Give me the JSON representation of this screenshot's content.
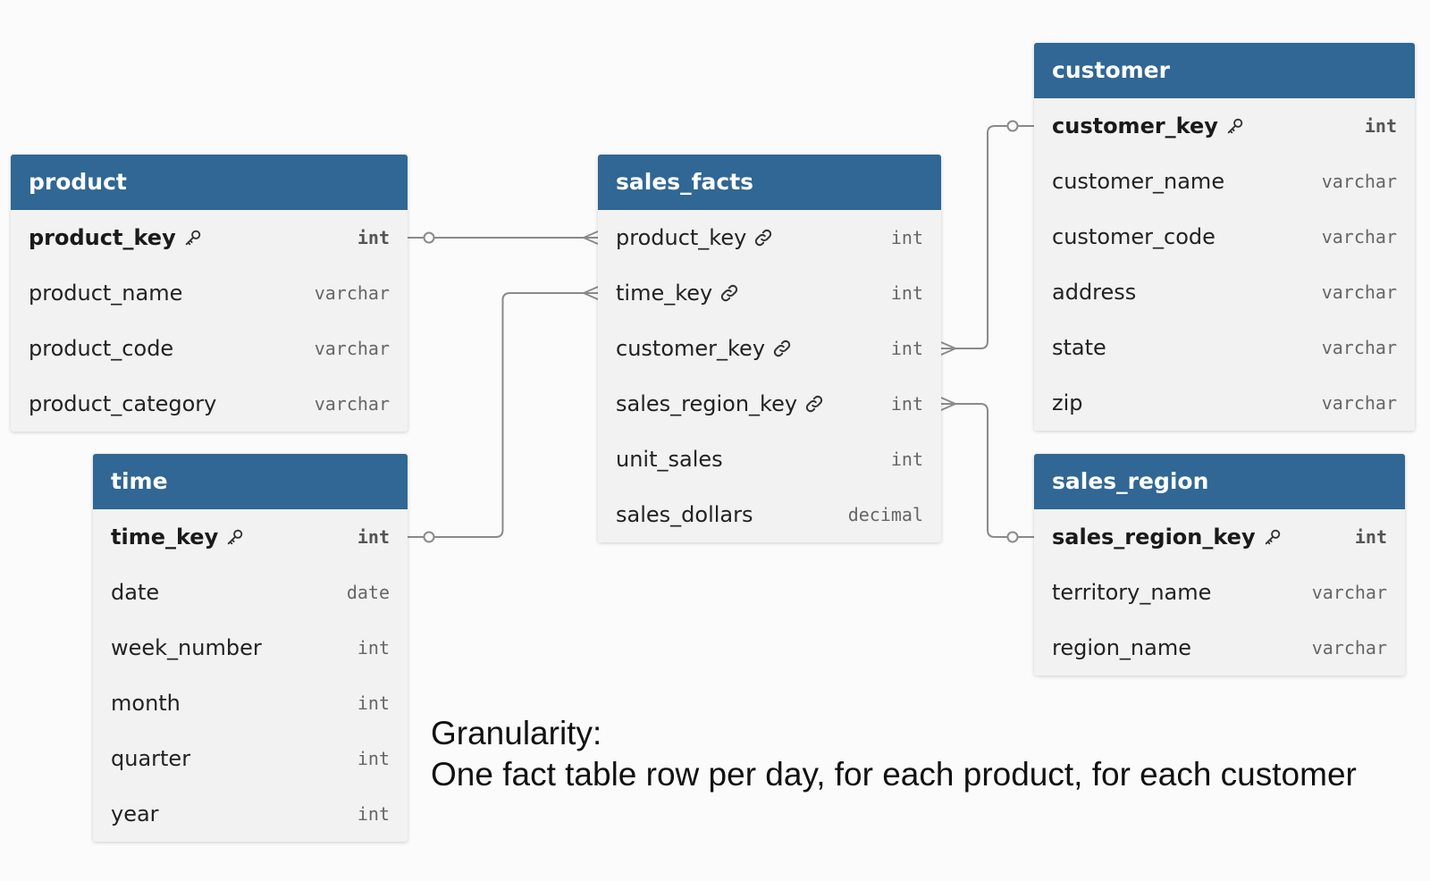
{
  "tables": {
    "product": {
      "title": "product",
      "columns": [
        {
          "name": "product_key",
          "type": "int",
          "pk": true
        },
        {
          "name": "product_name",
          "type": "varchar"
        },
        {
          "name": "product_code",
          "type": "varchar"
        },
        {
          "name": "product_category",
          "type": "varchar"
        }
      ]
    },
    "time": {
      "title": "time",
      "columns": [
        {
          "name": "time_key",
          "type": "int",
          "pk": true
        },
        {
          "name": "date",
          "type": "date"
        },
        {
          "name": "week_number",
          "type": "int"
        },
        {
          "name": "month",
          "type": "int"
        },
        {
          "name": "quarter",
          "type": "int"
        },
        {
          "name": "year",
          "type": "int"
        }
      ]
    },
    "sales_facts": {
      "title": "sales_facts",
      "columns": [
        {
          "name": "product_key",
          "type": "int",
          "fk": true
        },
        {
          "name": "time_key",
          "type": "int",
          "fk": true
        },
        {
          "name": "customer_key",
          "type": "int",
          "fk": true
        },
        {
          "name": "sales_region_key",
          "type": "int",
          "fk": true
        },
        {
          "name": "unit_sales",
          "type": "int"
        },
        {
          "name": "sales_dollars",
          "type": "decimal"
        }
      ]
    },
    "customer": {
      "title": "customer",
      "columns": [
        {
          "name": "customer_key",
          "type": "int",
          "pk": true
        },
        {
          "name": "customer_name",
          "type": "varchar"
        },
        {
          "name": "customer_code",
          "type": "varchar"
        },
        {
          "name": "address",
          "type": "varchar"
        },
        {
          "name": "state",
          "type": "varchar"
        },
        {
          "name": "zip",
          "type": "varchar"
        }
      ]
    },
    "sales_region": {
      "title": "sales_region",
      "columns": [
        {
          "name": "sales_region_key",
          "type": "int",
          "pk": true
        },
        {
          "name": "territory_name",
          "type": "varchar"
        },
        {
          "name": "region_name",
          "type": "varchar"
        }
      ]
    }
  },
  "relationships": [
    {
      "from": "sales_facts.product_key",
      "to": "product.product_key"
    },
    {
      "from": "sales_facts.time_key",
      "to": "time.time_key"
    },
    {
      "from": "sales_facts.customer_key",
      "to": "customer.customer_key"
    },
    {
      "from": "sales_facts.sales_region_key",
      "to": "sales_region.sales_region_key"
    }
  ],
  "note": {
    "line1": "Granularity:",
    "line2": "One fact table row per day, for each product, for each customer"
  },
  "colors": {
    "header": "#306794",
    "body": "#f2f2f2",
    "connector": "#8a8a8a"
  },
  "icons": {
    "primary_key": "key-icon",
    "foreign_key": "link-icon"
  }
}
